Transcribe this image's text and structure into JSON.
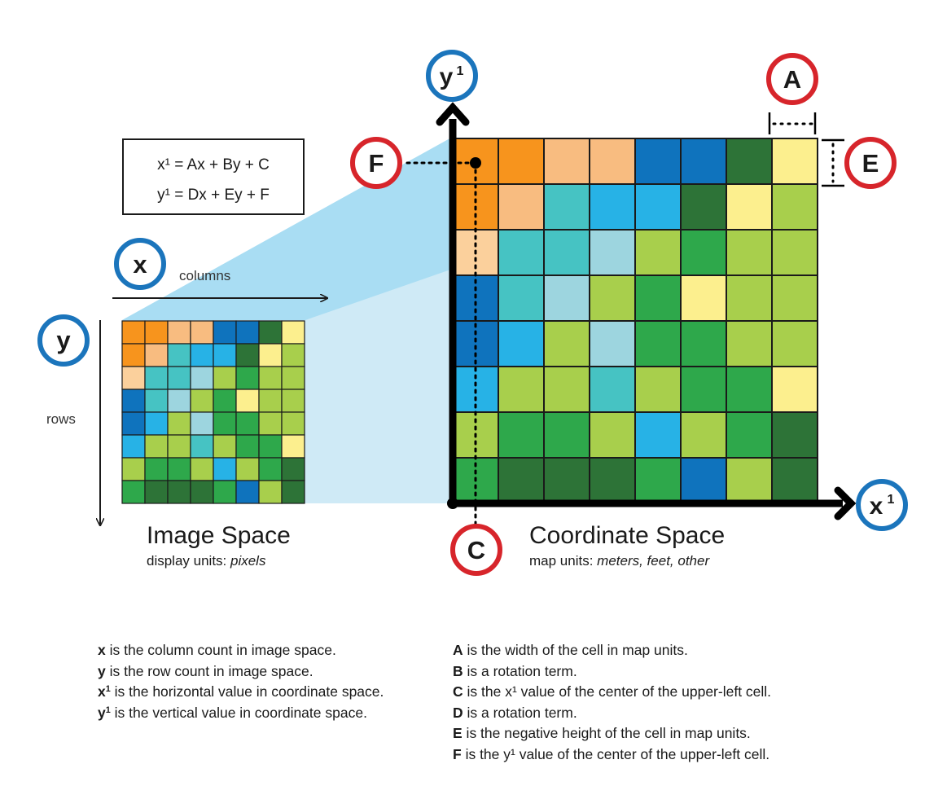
{
  "equations": {
    "line1": "x¹ = Ax + By + C",
    "line2": "y¹ = Dx + Ey + F"
  },
  "axes": {
    "x_circle": "x",
    "y_circle": "y",
    "x1_circle": "x",
    "y1_circle": "y",
    "sup": "1",
    "columns_label": "columns",
    "rows_label": "rows"
  },
  "param_circles": {
    "A": "A",
    "C": "C",
    "E": "E",
    "F": "F"
  },
  "image_space": {
    "title": "Image Space",
    "units_prefix": "display units: ",
    "units_value": "pixels"
  },
  "coordinate_space": {
    "title": "Coordinate Space",
    "units_prefix": "map units: ",
    "units_value": "meters, feet, other"
  },
  "legend_left": [
    {
      "term": "x",
      "sup": "",
      "text": " is the column count in image space."
    },
    {
      "term": "y",
      "sup": "",
      "text": " is the row count in image space."
    },
    {
      "term": "x",
      "sup": "1",
      "text": " is the horizontal value in coordinate space."
    },
    {
      "term": "y",
      "sup": "1",
      "text": " is the vertical value in coordinate space."
    }
  ],
  "legend_right": [
    {
      "term": "A",
      "text": " is the width of the cell in map units."
    },
    {
      "term": "B",
      "text": " is a rotation term."
    },
    {
      "term": "C",
      "text": " is the x¹ value of the center of the upper-left cell."
    },
    {
      "term": "D",
      "text": " is a rotation term."
    },
    {
      "term": "E",
      "text": " is the negative height of the cell in map units."
    },
    {
      "term": "F",
      "text": " is the y¹ value of the center of the upper-left cell."
    }
  ],
  "colors": {
    "palette": {
      "O": "#F7941D",
      "P": "#F8BC80",
      "Q": "#FBD09C",
      "B": "#0F73BD",
      "S": "#27B2E6",
      "T": "#46C3C3",
      "L": "#9DD5DF",
      "G": "#A8CF4C",
      "M": "#2EA84B",
      "D": "#2D7337",
      "Y": "#FCEF8E"
    },
    "blue_circle": "#1B75BC",
    "red_circle": "#D7252B",
    "projection": "#A9DDF3"
  },
  "grid": [
    "OOPPBBDY",
    "OPTSSDYG",
    "QTTLGMGG",
    "BTLGMYGG",
    "BSGLMMGG",
    "SGGTGMMY",
    "GMMGSGMD",
    "MDDDMBGD"
  ]
}
